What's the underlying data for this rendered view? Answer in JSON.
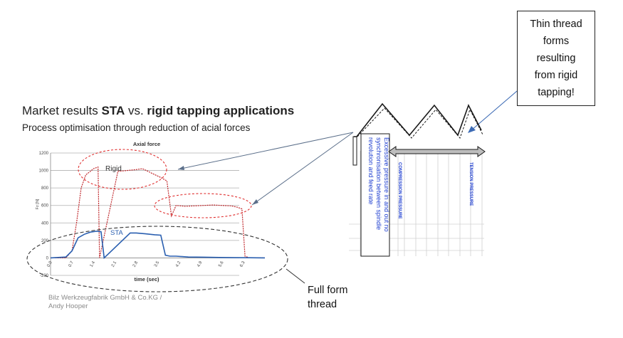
{
  "slide": {
    "title_plain_1": "Market results ",
    "title_bold_1": "STA",
    "title_plain_2": " vs. ",
    "title_bold_2": "rigid tapping applications",
    "subtitle": "Process optimisation through reduction of acial forces",
    "credit_line1": "Bilz Werkzeugfabrik GmbH & Co.KG /",
    "credit_line2": "Andy Hooper"
  },
  "callout_top": {
    "text_lines": [
      "Thin thread",
      "forms",
      "resulting",
      "from rigid",
      "tapping!"
    ]
  },
  "callout_bottom": {
    "text_lines": [
      "Full form",
      "thread"
    ]
  },
  "thread_diagram": {
    "blue_text_lines": [
      "Excessive pressure in and out no",
      "synchronisation between spindle",
      "revolution and feed rate"
    ],
    "compression_label": "COMPRESSION PRESSURE",
    "tension_label": "TENSION PRESSURE",
    "colors": {
      "blue_text": "#1f3fd0",
      "arrow_fill": "#bdbdbd"
    }
  },
  "chart_data": {
    "type": "line",
    "title": "Axial force",
    "xlabel": "time (sec)",
    "ylabel": "Fz [N]",
    "ylim": [
      -200,
      1200
    ],
    "xlim": [
      0,
      7.0
    ],
    "y_ticks": [
      "-200",
      "0",
      "200",
      "400",
      "600",
      "800",
      "1000",
      "1200"
    ],
    "x_ticks": [
      "0.0",
      "0.7",
      "1.4",
      "2.1",
      "2.8",
      "3.5",
      "4.2",
      "4.9",
      "5.6",
      "6.3"
    ],
    "grid": true,
    "series": [
      {
        "name": "Rigid",
        "color": "#c0282c",
        "dashed": true,
        "x": [
          0,
          0.5,
          0.7,
          0.85,
          1.0,
          1.15,
          1.3,
          1.4,
          1.55,
          1.6,
          2.2,
          2.5,
          2.8,
          3.0,
          3.1,
          3.3,
          3.6,
          3.8,
          3.95,
          4.1,
          4.4,
          4.7,
          5.0,
          5.3,
          5.6,
          5.9,
          6.1,
          6.25,
          6.35,
          6.5,
          7.0
        ],
        "y": [
          0,
          0,
          80,
          400,
          800,
          950,
          990,
          1020,
          1040,
          0,
          990,
          1000,
          1010,
          1020,
          1005,
          970,
          920,
          880,
          480,
          600,
          590,
          595,
          600,
          605,
          600,
          595,
          580,
          560,
          20,
          0,
          0
        ]
      },
      {
        "name": "STA",
        "color": "#2a5fb0",
        "dashed": false,
        "x": [
          0,
          0.5,
          0.7,
          0.9,
          1.1,
          1.3,
          1.5,
          1.65,
          1.75,
          2.6,
          2.8,
          3.1,
          3.4,
          3.6,
          3.75,
          3.9,
          4.1,
          4.5,
          5.0,
          5.5,
          6.0,
          6.5,
          7.0
        ],
        "y": [
          0,
          10,
          80,
          230,
          270,
          295,
          305,
          300,
          0,
          285,
          285,
          275,
          265,
          260,
          30,
          20,
          20,
          10,
          8,
          5,
          3,
          2,
          0
        ]
      }
    ],
    "annotations": [
      "Rigid",
      "STA"
    ]
  }
}
